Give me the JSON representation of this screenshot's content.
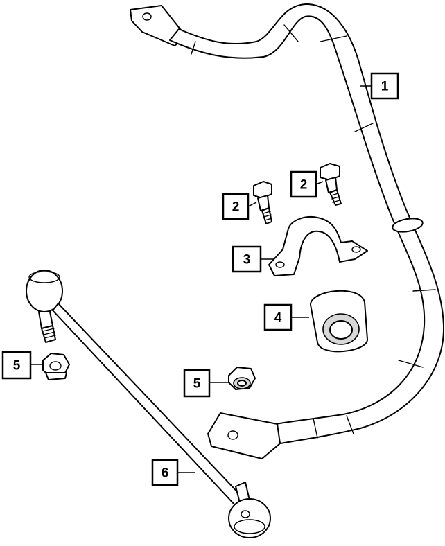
{
  "callouts": [
    {
      "id": "1",
      "part": "stabilizer-bar"
    },
    {
      "id": "2",
      "part": "bolt"
    },
    {
      "id": "2",
      "part": "bolt"
    },
    {
      "id": "3",
      "part": "bushing-retainer-clamp"
    },
    {
      "id": "4",
      "part": "stabilizer-bar-bushing"
    },
    {
      "id": "5",
      "part": "nut"
    },
    {
      "id": "5",
      "part": "nut"
    },
    {
      "id": "6",
      "part": "stabilizer-link"
    }
  ]
}
